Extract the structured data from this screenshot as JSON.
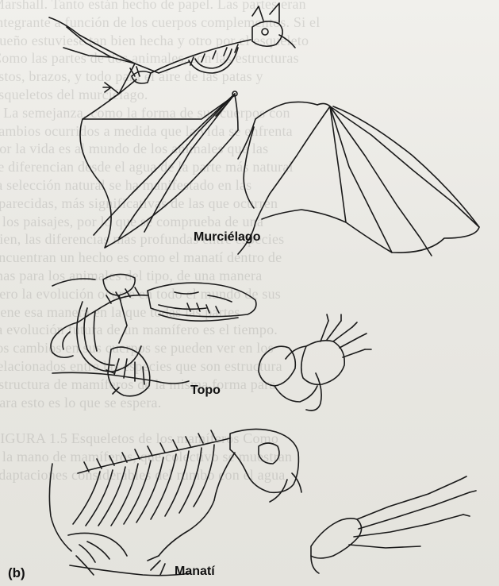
{
  "figure": {
    "panel_label": "(b)",
    "animals": {
      "bat": "Murciélago",
      "mole": "Topo",
      "manatee": "Manatí"
    }
  },
  "colors": {
    "paper": "#ecebe6",
    "ink": "#1a1a1a"
  }
}
